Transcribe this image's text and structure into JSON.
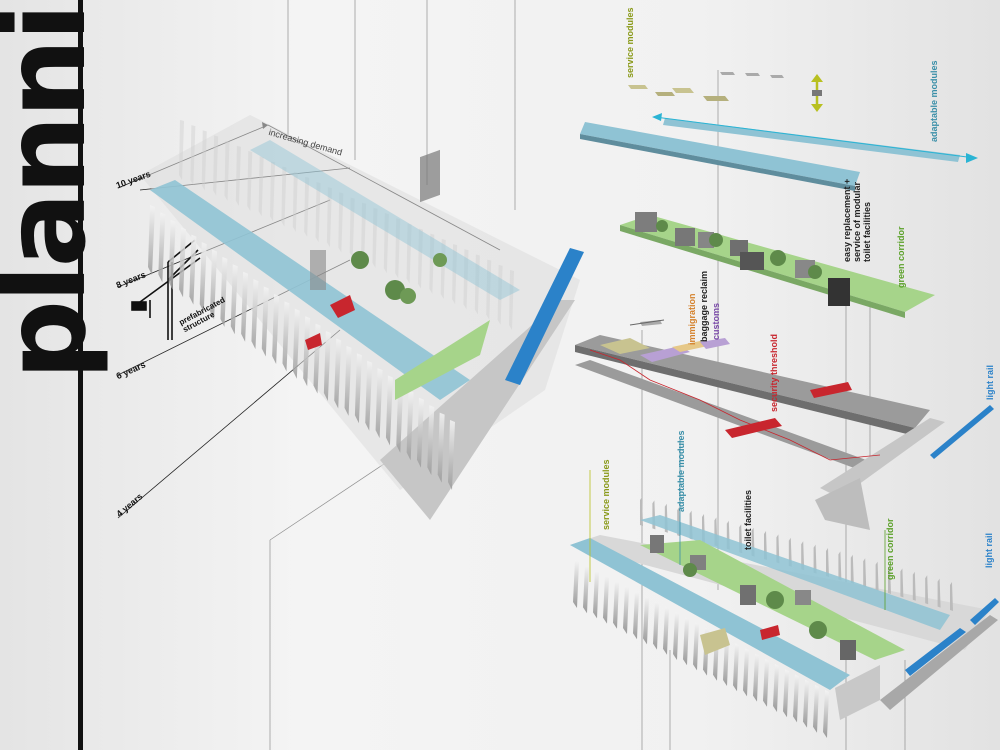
{
  "title": "planning",
  "timeline": {
    "demand_label": "increasing demand",
    "years": [
      "10 years",
      "8 years",
      "6 years",
      "4 years"
    ],
    "prefab_label": "prefabricated structure"
  },
  "labels": {
    "service_modules_top": "service modules",
    "adaptable_modules_top": "adaptable modules",
    "easy_replacement": "easy replacement + service of modular toilet facilities",
    "green_corridor_top": "green corridor",
    "immigration": "immigration",
    "baggage_reclaim": "baggage reclaim",
    "customs": "customs",
    "security_threshold": "security threshold",
    "light_rail_top": "light rail",
    "service_modules_bottom": "service modules",
    "adaptable_modules_bottom": "adaptable modules",
    "toilet_facilities": "toilet facilities",
    "green_corridor_bottom": "green corridor",
    "light_rail_bottom": "light rail"
  },
  "colors": {
    "module_blue": "#8fc3d4",
    "green": "#a6d48a",
    "grey": "#9b9b9b",
    "red": "#c8262e",
    "rail_blue": "#2b82c9",
    "service": "#c8c390",
    "purple": "#b8a0d4",
    "arrow_cyan": "#2ab4d4",
    "yellow_arrow": "#b8c020",
    "label_olive": "#8a9a1a",
    "label_teal": "#3a8fa8",
    "label_green": "#5aa028",
    "label_orange": "#d4802a",
    "label_purple": "#7a4aa8"
  }
}
